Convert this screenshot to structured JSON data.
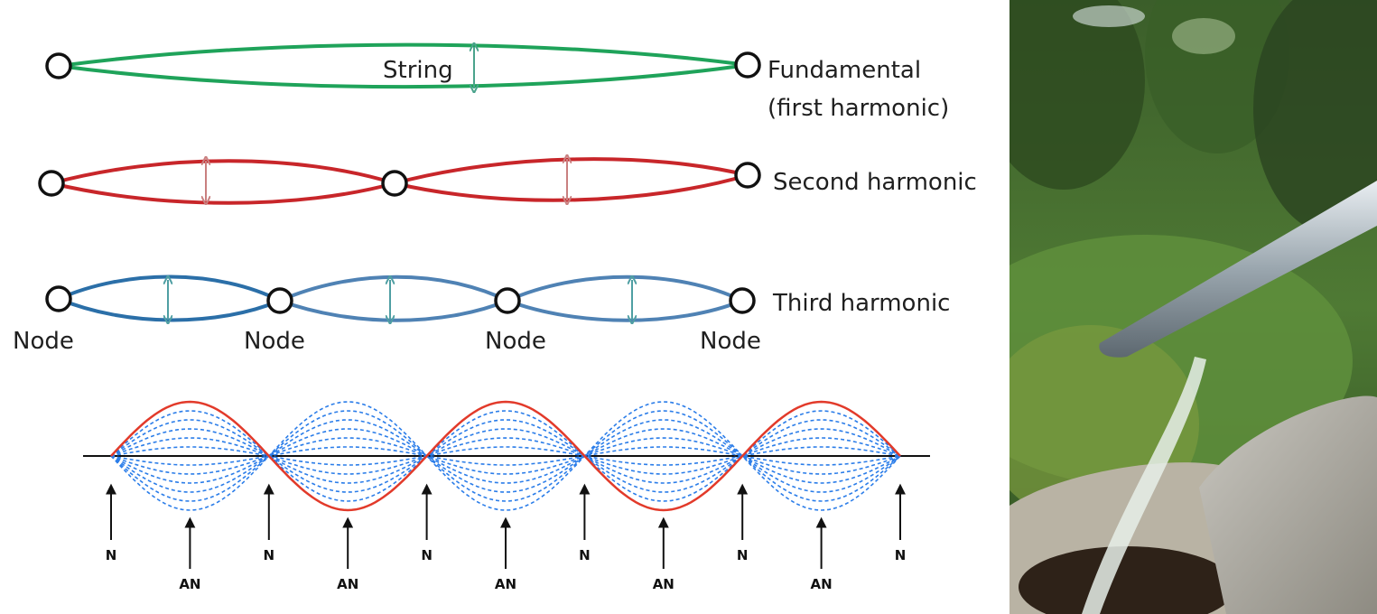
{
  "labels": {
    "string": "String",
    "fundamental_line1": "Fundamental",
    "fundamental_line2": "(first harmonic)",
    "second": "Second harmonic",
    "third": "Third harmonic",
    "node": "Node"
  },
  "wave": {
    "node_label": "N",
    "antinode_label": "AN",
    "loop_count": 5,
    "dashed_curve_count": 6
  },
  "colors": {
    "first": "#1fa35a",
    "second": "#c8262a",
    "third": "#2b6fa8",
    "arrow_first": "#4aa38c",
    "arrow_second": "#c98080",
    "arrow_third": "#4f9fa3",
    "red_wave": "#e23a2a",
    "blue_dashed": "#2b7de9",
    "axis": "#111111"
  },
  "photo": {
    "description_icon": "water-spout-photo"
  }
}
